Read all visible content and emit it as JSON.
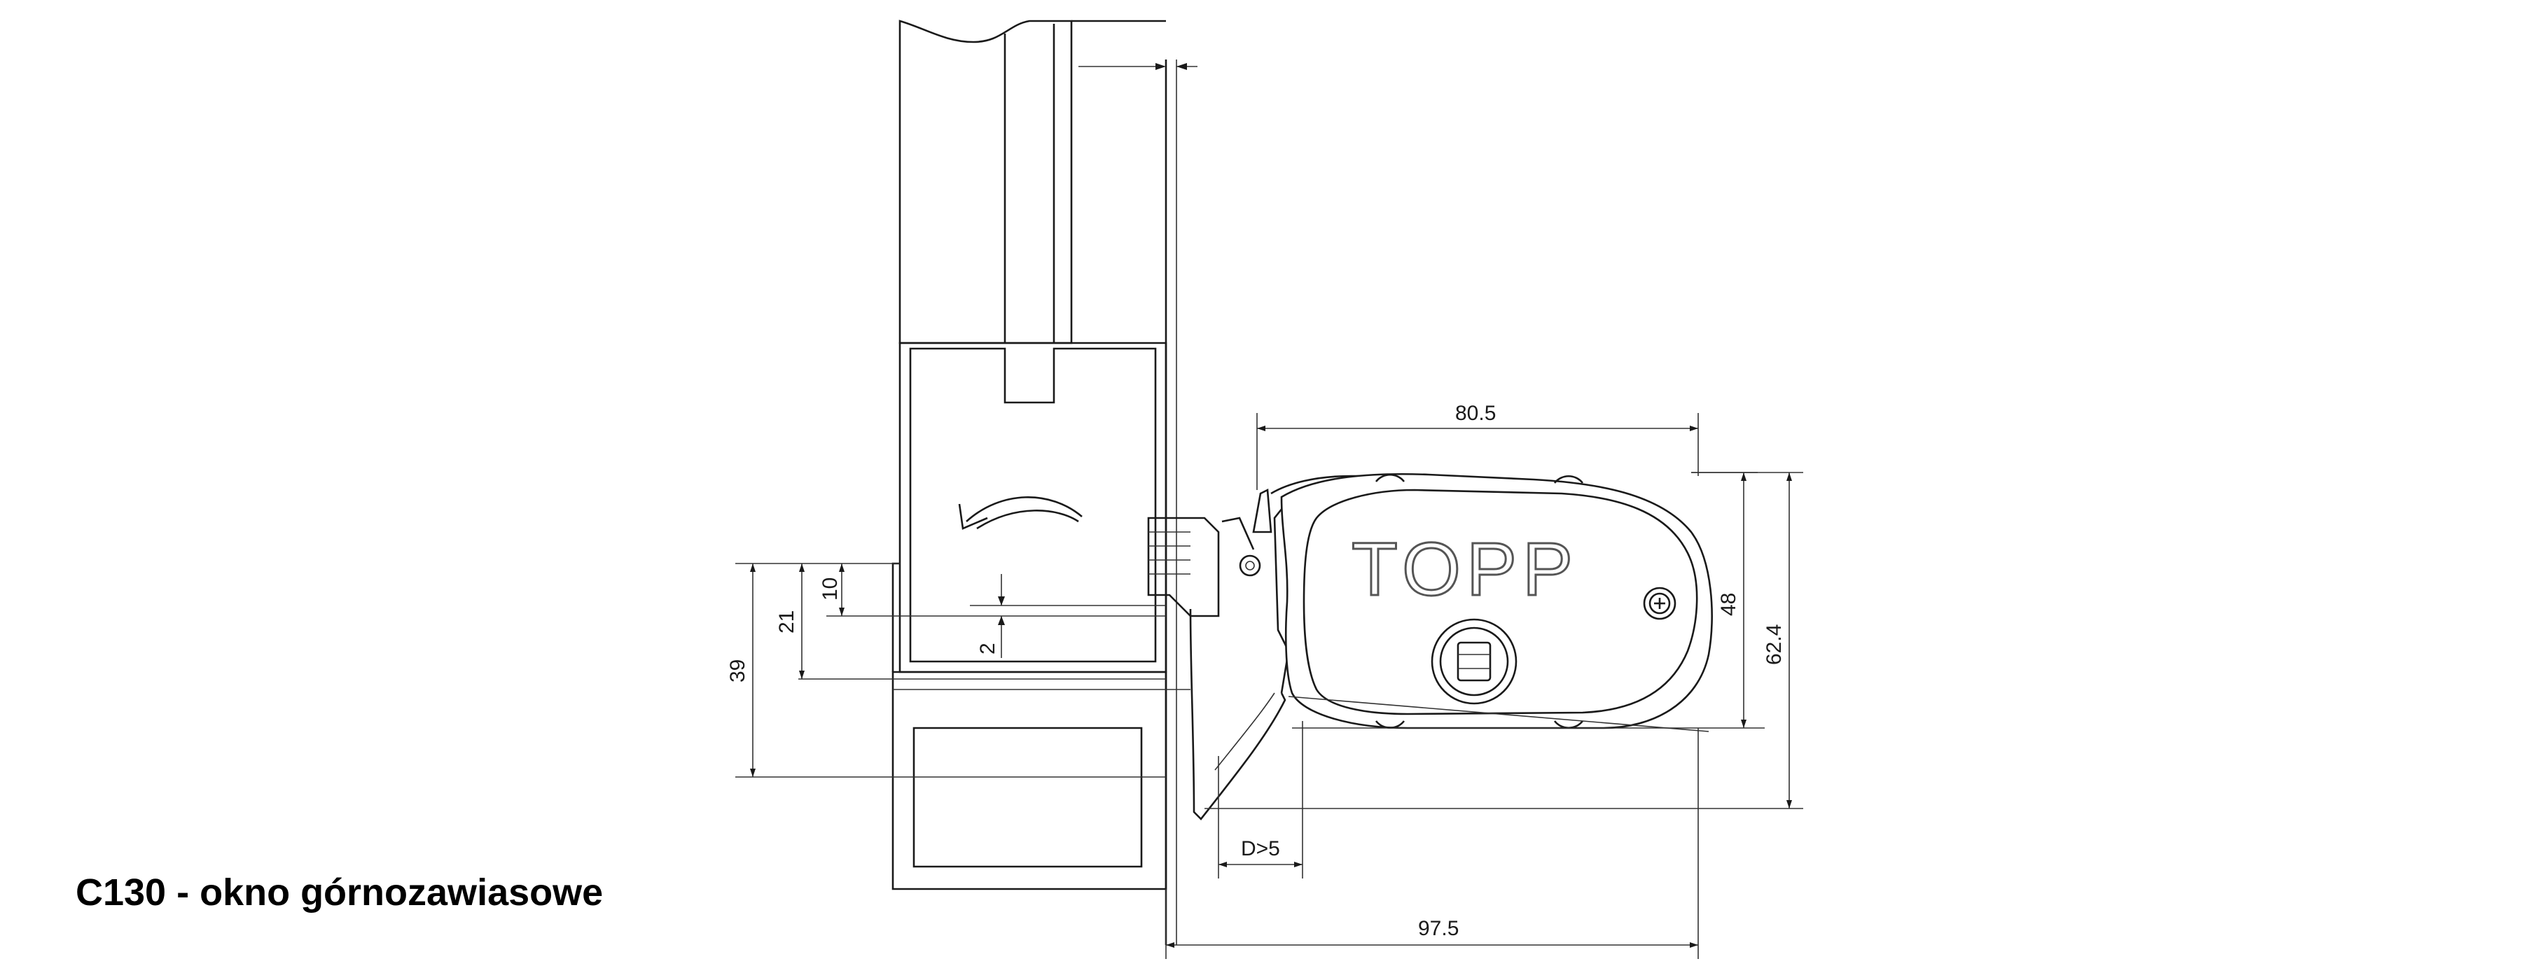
{
  "title": "C130 - okno górnozawiasowe",
  "brand": "TOPP",
  "dimensions": {
    "d_80_5": "80.5",
    "d_48": "48",
    "d_62_4": "62.4",
    "d_97_5": "97.5",
    "d_D5": "D>5",
    "d_10": "10",
    "d_21": "21",
    "d_39": "39",
    "d_2": "2"
  }
}
